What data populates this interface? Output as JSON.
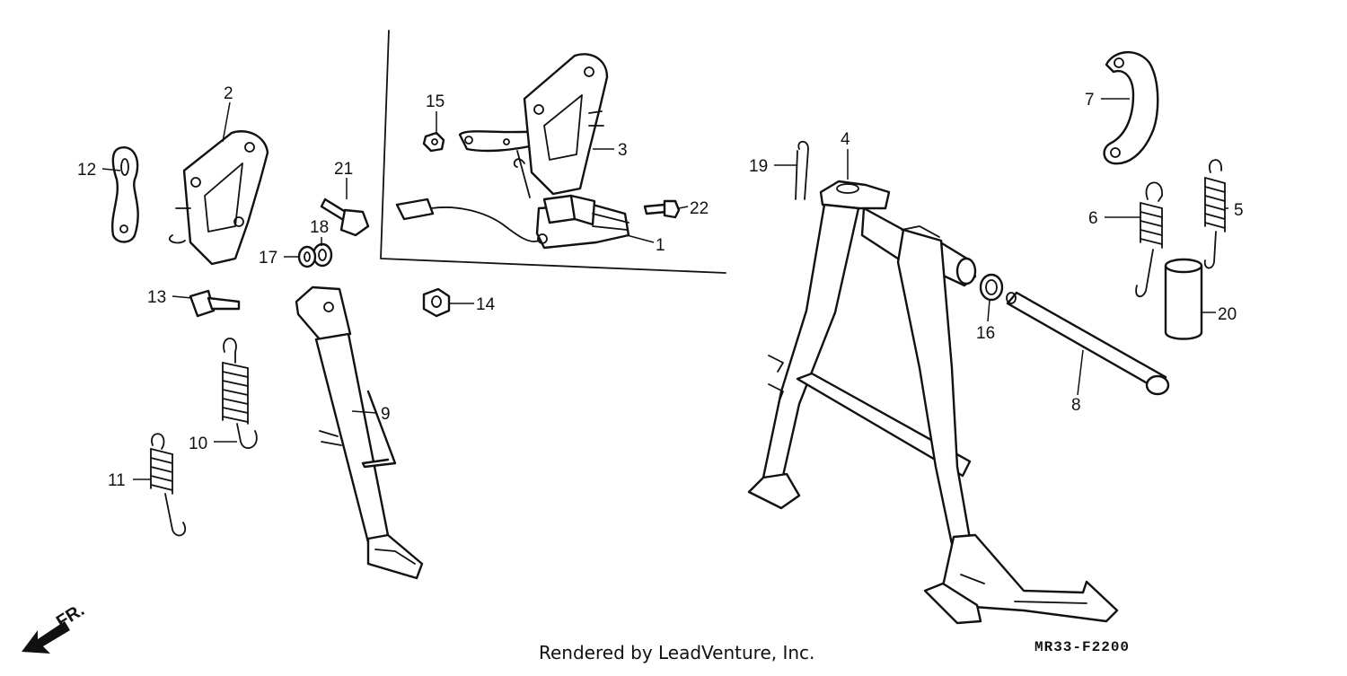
{
  "labels": {
    "p1": "1",
    "p2": "2",
    "p3": "3",
    "p4": "4",
    "p5": "5",
    "p6": "6",
    "p7": "7",
    "p8": "8",
    "p9": "9",
    "p10": "10",
    "p11": "11",
    "p12": "12",
    "p13": "13",
    "p14": "14",
    "p15": "15",
    "p16": "16",
    "p17": "17",
    "p18": "18",
    "p19": "19",
    "p20": "20",
    "p21": "21",
    "p22": "22"
  },
  "direction_label": "FR.",
  "footer_credit": "Rendered by LeadVenture, Inc.",
  "diagram_code": "MR33-F2200"
}
